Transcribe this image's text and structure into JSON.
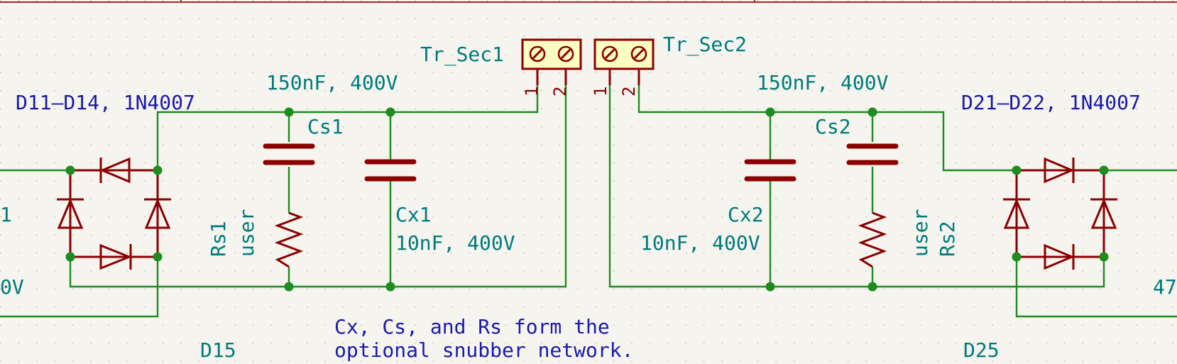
{
  "diagram": {
    "left_stage": {
      "bridge_ref": "D11–D14, 1N4007",
      "diode_ref": "D15",
      "edge_partial_top": "1",
      "edge_partial_bottom": "0V",
      "snubber_cap": {
        "ref": "Cs1",
        "value": "150nF, 400V"
      },
      "snubber_res": {
        "ref": "Rs1",
        "value": "user"
      },
      "x_cap": {
        "ref": "Cx1",
        "value": "10nF, 400V"
      },
      "connector": {
        "ref": "Tr_Sec1",
        "pin1": "1",
        "pin2": "2"
      }
    },
    "right_stage": {
      "bridge_ref": "D21–D22, 1N4007",
      "diode_ref": "D25",
      "edge_partial_bottom": "47",
      "snubber_cap": {
        "ref": "Cs2",
        "value": "150nF, 400V"
      },
      "snubber_res": {
        "ref": "Rs2",
        "value": "user"
      },
      "x_cap": {
        "ref": "Cx2",
        "value": "10nF, 400V"
      },
      "connector": {
        "ref": "Tr_Sec2",
        "pin1": "1",
        "pin2": "2"
      }
    },
    "note_line1": "Cx, Cs, and Rs form the",
    "note_line2": "optional snubber network.",
    "colors": {
      "background": "#f5f4ef",
      "wire": "#1e8c1e",
      "symbol": "#8a0000",
      "reference_text": "#007a7a",
      "note_text": "#1a1aa8",
      "sheet_border": "#b22222"
    }
  }
}
